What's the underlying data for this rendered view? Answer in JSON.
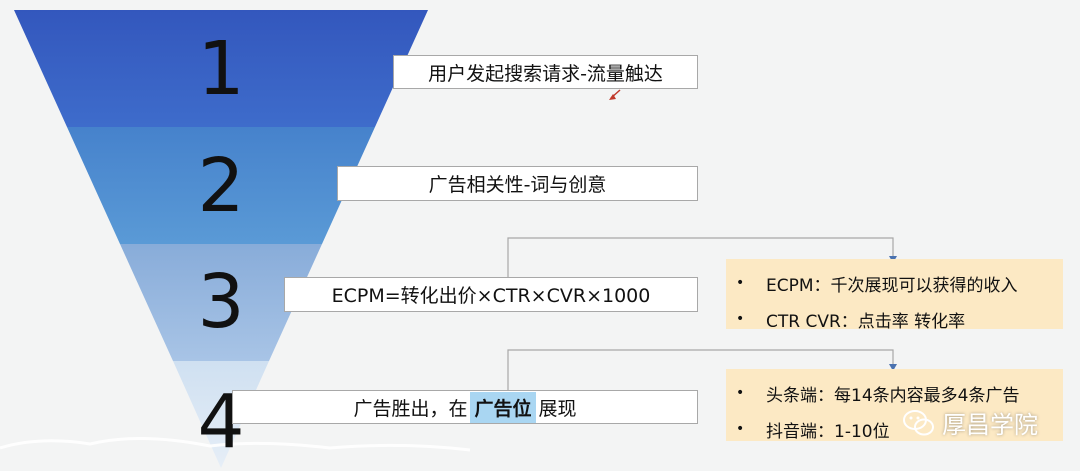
{
  "funnel": {
    "levels": [
      {
        "number": "1",
        "color": "#3a66c4"
      },
      {
        "number": "2",
        "color": "#4d8fcf"
      },
      {
        "number": "3",
        "color": "#98b8df"
      },
      {
        "number": "4",
        "color": "#d8e5f2"
      }
    ]
  },
  "boxes": [
    {
      "text": "用户发起搜索请求-流量触达"
    },
    {
      "text": "广告相关性-词与创意"
    },
    {
      "text": "ECPM=转化出价×CTR×CVR×1000"
    },
    {
      "prefix": "广告胜出，在",
      "highlight": "广告位",
      "suffix": "展现"
    }
  ],
  "notes": [
    {
      "items": [
        "ECPM：千次展现可以获得的收入",
        "CTR CVR：点击率 转化率"
      ]
    },
    {
      "items": [
        "头条端：每14条内容最多4条广告",
        "抖音端：1-10位"
      ]
    }
  ],
  "bullet": "•",
  "watermark": {
    "text": "厚昌学院"
  },
  "colors": {
    "line": "#a8a8a8",
    "arrow": "#4a72b0",
    "note_bg": "#fce9c4",
    "highlight": "#a9d6f2"
  }
}
